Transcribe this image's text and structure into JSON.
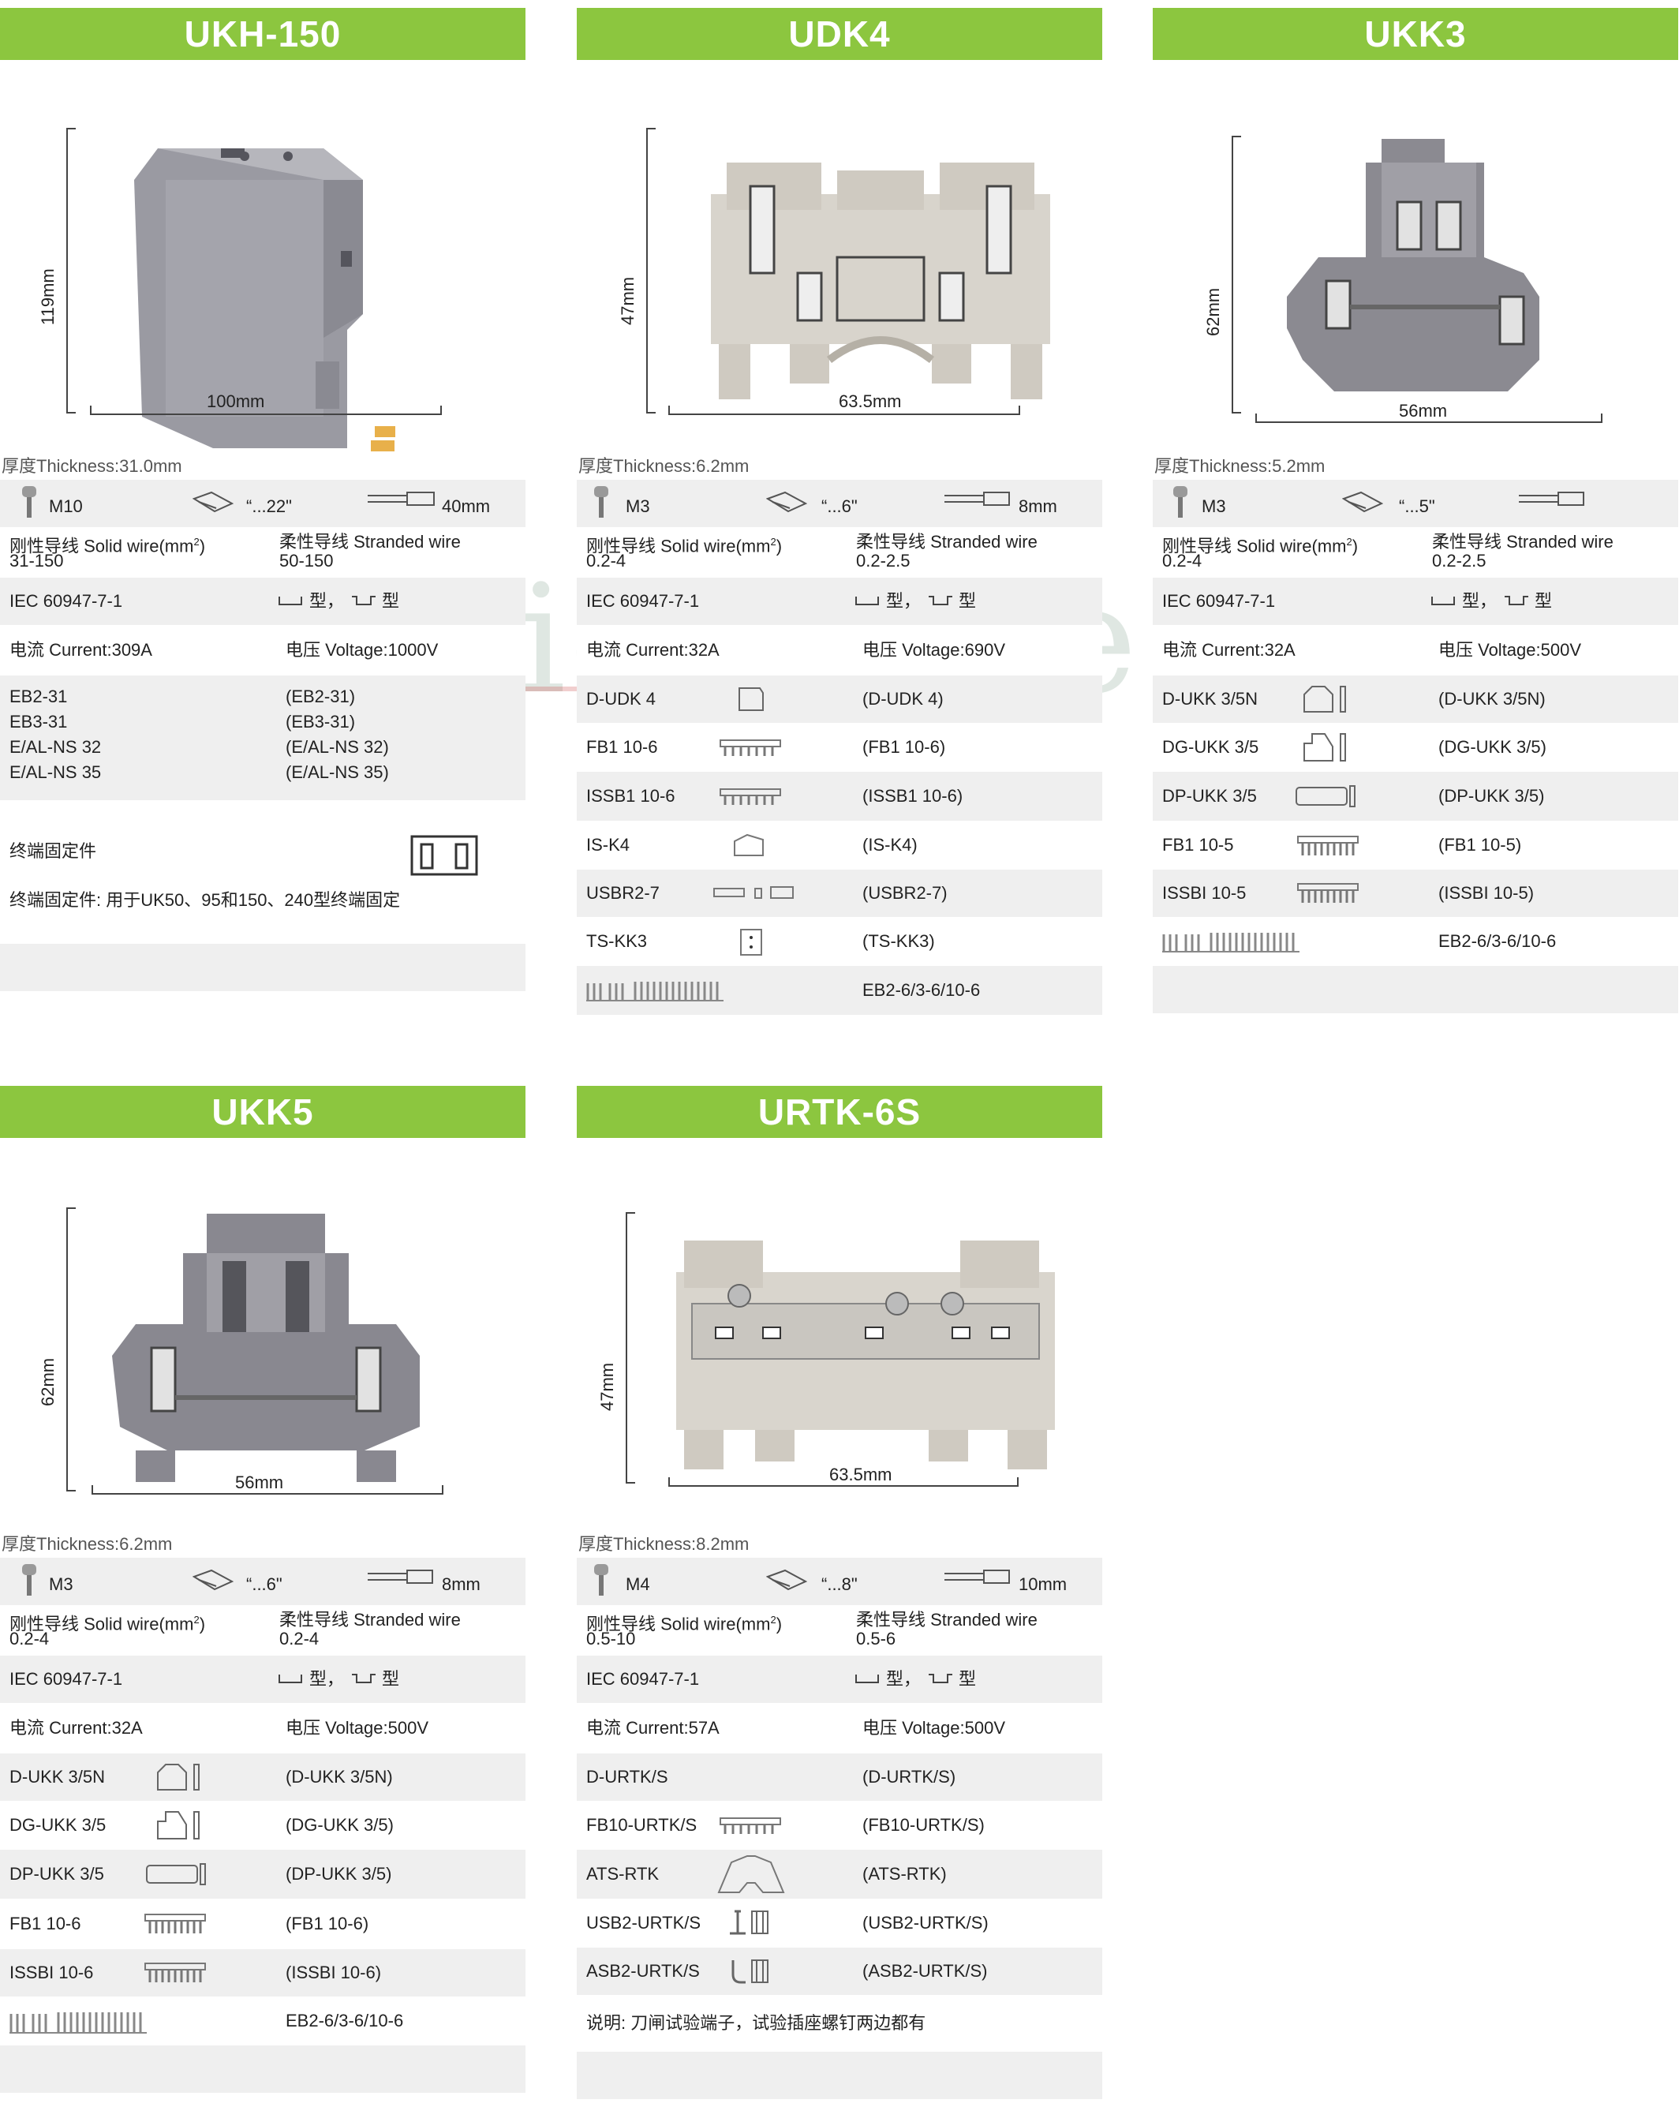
{
  "watermark": "widemele",
  "cards": {
    "ukh150": {
      "title": "UKH-150",
      "height_label": "119mm",
      "width_label": "100mm",
      "thickness": "厚度Thickness:31.0mm",
      "screw": "M10",
      "gauge": "“...22\"",
      "strip": "40mm",
      "solid_label": "刚性导线 Solid wire(mm",
      "solid_value": "31-150",
      "stranded_label": "柔性导线 Stranded wire",
      "stranded_value": "50-150",
      "iec": "IEC 60947-7-1",
      "type_label": "型，",
      "type_label2": "型",
      "current": "电流 Current:309A",
      "voltage": "电压 Voltage:1000V",
      "acc_left": [
        "EB2-31",
        "EB3-31",
        "E/AL-NS 32",
        "E/AL-NS 35"
      ],
      "acc_right": [
        "(EB2-31)",
        "(EB3-31)",
        "(E/AL-NS 32)",
        "(E/AL-NS 35)"
      ],
      "end_label": "终端固定件",
      "end_note": "终端固定件: 用于UK50、95和150、240型终端固定"
    },
    "udk4": {
      "title": "UDK4",
      "height_label": "47mm",
      "width_label": "63.5mm",
      "thickness": "厚度Thickness:6.2mm",
      "screw": "M3",
      "gauge": "“...6\"",
      "strip": "8mm",
      "solid_label": "刚性导线 Solid wire(mm",
      "solid_value": "0.2-4",
      "stranded_label": "柔性导线 Stranded wire",
      "stranded_value": "0.2-2.5",
      "iec": "IEC 60947-7-1",
      "type_label": "型，",
      "type_label2": "型",
      "current": "电流 Current:32A",
      "voltage": "电压 Voltage:690V",
      "acc": [
        {
          "l": "D-UDK 4",
          "r": "(D-UDK 4)",
          "icon": "endplate-icon"
        },
        {
          "l": "FB1 10-6",
          "r": "(FB1 10-6)",
          "icon": "bridge-icon"
        },
        {
          "l": "ISSB1 10-6",
          "r": "(ISSB1 10-6)",
          "icon": "bridge-icon"
        },
        {
          "l": "IS-K4",
          "r": "(IS-K4)",
          "icon": "plug-icon"
        },
        {
          "l": "USBR2-7",
          "r": "(USBR2-7)",
          "icon": "link-icon"
        },
        {
          "l": "TS-KK3",
          "r": "(TS-KK3)",
          "icon": "socket-icon"
        }
      ],
      "marker": "EB2-6/3-6/10-6"
    },
    "ukk3": {
      "title": "UKK3",
      "height_label": "62mm",
      "width_label": "56mm",
      "thickness": "厚度Thickness:5.2mm",
      "screw": "M3",
      "gauge": "“...5\"",
      "strip": "",
      "solid_label": "刚性导线 Solid wire(mm",
      "solid_value": "0.2-4",
      "stranded_label": "柔性导线 Stranded wire",
      "stranded_value": "0.2-2.5",
      "iec": "IEC 60947-7-1",
      "type_label": "型，",
      "type_label2": "型",
      "current": "电流 Current:32A",
      "voltage": "电压 Voltage:500V",
      "acc": [
        {
          "l": "D-UKK 3/5N",
          "r": "(D-UKK 3/5N)",
          "icon": "endplate-icon"
        },
        {
          "l": "DG-UKK 3/5",
          "r": "(DG-UKK 3/5)",
          "icon": "endplate-icon"
        },
        {
          "l": "DP-UKK 3/5",
          "r": "(DP-UKK 3/5)",
          "icon": "partition-icon"
        },
        {
          "l": "FB1 10-5",
          "r": "(FB1 10-5)",
          "icon": "bridge-icon"
        },
        {
          "l": "ISSBI 10-5",
          "r": "(ISSBI 10-5)",
          "icon": "bridge-icon"
        }
      ],
      "marker": "EB2-6/3-6/10-6"
    },
    "ukk5": {
      "title": "UKK5",
      "height_label": "62mm",
      "width_label": "56mm",
      "thickness": "厚度Thickness:6.2mm",
      "screw": "M3",
      "gauge": "“...6\"",
      "strip": "8mm",
      "solid_label": "刚性导线 Solid wire(mm",
      "solid_value": "0.2-4",
      "stranded_label": "柔性导线 Stranded wire",
      "stranded_value": "0.2-4",
      "iec": "IEC 60947-7-1",
      "type_label": "型，",
      "type_label2": "型",
      "current": "电流 Current:32A",
      "voltage": "电压 Voltage:500V",
      "acc": [
        {
          "l": "D-UKK 3/5N",
          "r": "(D-UKK 3/5N)",
          "icon": "endplate-icon"
        },
        {
          "l": "DG-UKK 3/5",
          "r": "(DG-UKK 3/5)",
          "icon": "endplate-icon"
        },
        {
          "l": "DP-UKK 3/5",
          "r": "(DP-UKK 3/5)",
          "icon": "partition-icon"
        },
        {
          "l": "FB1 10-6",
          "r": "(FB1 10-6)",
          "icon": "bridge-icon"
        },
        {
          "l": "ISSBI 10-6",
          "r": "(ISSBI 10-6)",
          "icon": "bridge-icon"
        }
      ],
      "marker": "EB2-6/3-6/10-6"
    },
    "urtk6s": {
      "title": "URTK-6S",
      "height_label": "47mm",
      "width_label": "63.5mm",
      "thickness": "厚度Thickness:8.2mm",
      "screw": "M4",
      "gauge": "“...8\"",
      "strip": "10mm",
      "solid_label": "刚性导线 Solid wire(mm",
      "solid_value": "0.5-10",
      "stranded_label": "柔性导线 Stranded wire",
      "stranded_value": "0.5-6",
      "iec": "IEC 60947-7-1",
      "type_label": "型，",
      "type_label2": "型",
      "current": "电流 Current:57A",
      "voltage": "电压 Voltage:500V",
      "acc": [
        {
          "l": "D-URTK/S",
          "r": "(D-URTK/S)",
          "icon": ""
        },
        {
          "l": "FB10-URTK/S",
          "r": "(FB10-URTK/S)",
          "icon": "bridge-icon"
        },
        {
          "l": "ATS-RTK",
          "r": "(ATS-RTK)",
          "icon": "cover-icon"
        },
        {
          "l": "USB2-URTK/S",
          "r": "(USB2-URTK/S)",
          "icon": "link-icon"
        },
        {
          "l": "ASB2-URTK/S",
          "r": "(ASB2-URTK/S)",
          "icon": "link-icon"
        }
      ],
      "note": "说明: 刀闸试验端子，试验插座螺钉两边都有"
    }
  },
  "sup2": "2",
  "paren": ")"
}
